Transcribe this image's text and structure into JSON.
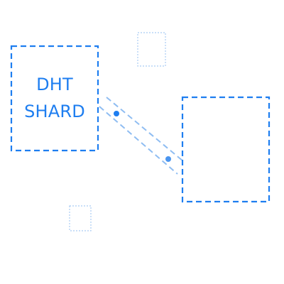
{
  "shard_box": {
    "line1": "DHT",
    "line2": "SHARD"
  },
  "colors": {
    "primary": "#1e7ef0",
    "light": "#8fbdf2",
    "faint": "#a9ccf3",
    "background": "#ffffff"
  },
  "icons": {
    "connector_node": "dot"
  }
}
